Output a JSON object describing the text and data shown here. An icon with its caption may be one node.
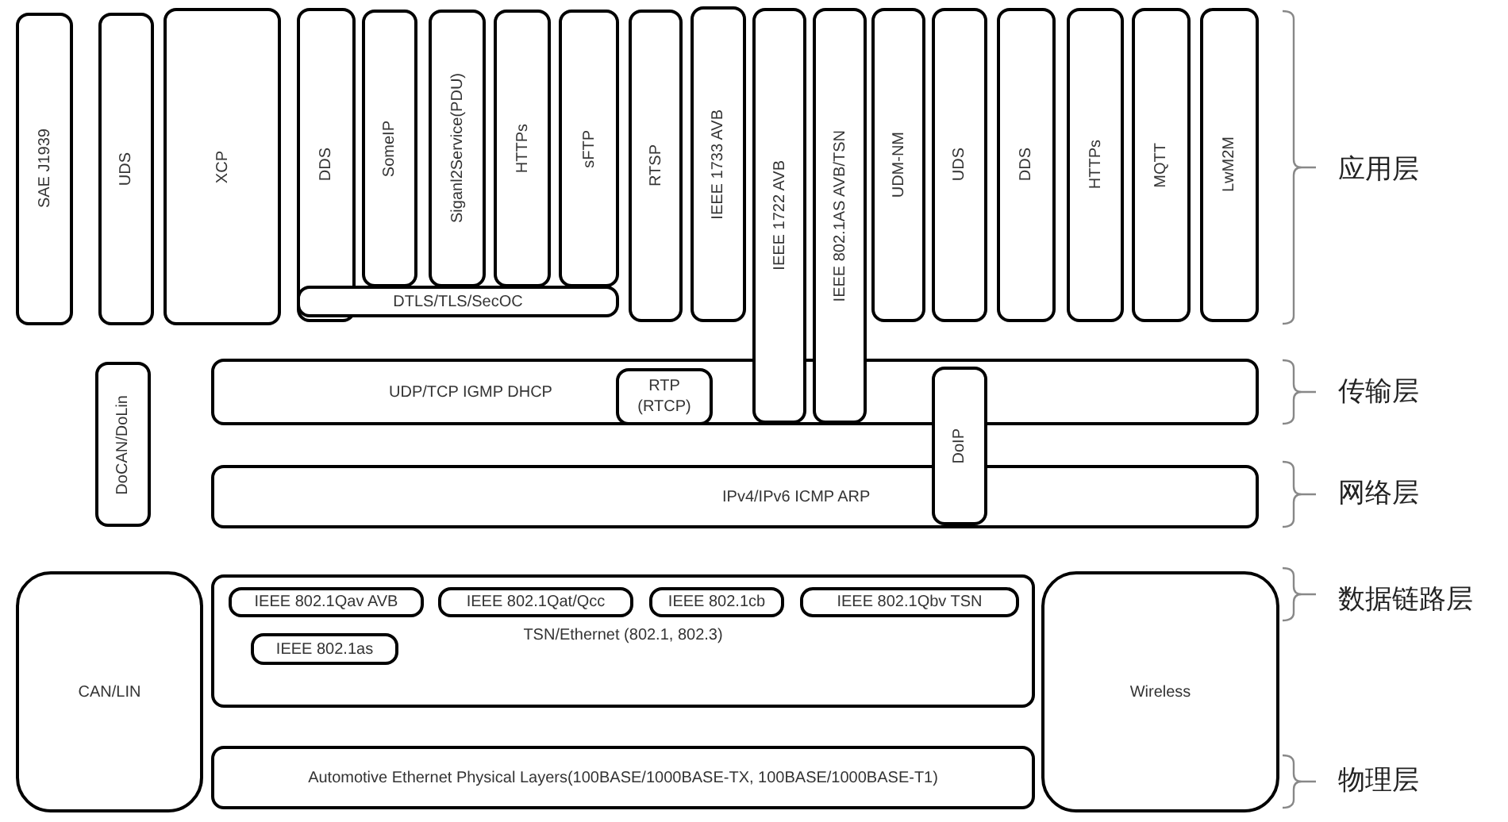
{
  "diagram": {
    "nodes": [
      {
        "text": [
          "SAE J1939"
        ]
      },
      {
        "text": [
          "UDS"
        ]
      },
      {
        "text": [
          "XCP"
        ]
      },
      {
        "text": [
          "DDS"
        ]
      },
      {
        "text": [
          "SomeIP"
        ]
      },
      {
        "text": [
          "Siganl2Service(PDU)"
        ]
      },
      {
        "text": [
          "HTTPs"
        ]
      },
      {
        "text": [
          "sFTP"
        ]
      },
      {
        "text": [
          "RTSP"
        ]
      },
      {
        "text": [
          "IEEE 1733 AVB"
        ]
      },
      {
        "text": [
          "IEEE 1722 AVB"
        ]
      },
      {
        "text": [
          "IEEE 802.1AS AVB/TSN"
        ]
      },
      {
        "text": [
          "UDM-NM"
        ]
      },
      {
        "text": [
          "UDS"
        ]
      },
      {
        "text": [
          "DDS"
        ]
      },
      {
        "text": [
          "HTTPs"
        ]
      },
      {
        "text": [
          "MQTT"
        ]
      },
      {
        "text": [
          "LwM2M"
        ]
      },
      {
        "text": [
          "DTLS/TLS/SecOC"
        ]
      },
      {
        "text": [
          "DoCAN/DoLin"
        ]
      },
      {
        "text": [
          "UDP/TCP IGMP DHCP"
        ]
      },
      {
        "text": [
          "RTP (RTCP)"
        ],
        "in": 20
      },
      {
        "text": [
          "DoIP"
        ]
      },
      {
        "text": [
          "IPv4/IPv6 ICMP ARP"
        ]
      },
      {
        "text": [
          "CAN/LIN"
        ]
      },
      {
        "text": [
          "TSN/Ethernet (802.1, 802.3)"
        ]
      },
      {
        "text": [
          "IEEE 802.1Qav AVB"
        ],
        "in": 25
      },
      {
        "text": [
          "IEEE 802.1Qat/Qcc"
        ],
        "in": 25
      },
      {
        "text": [
          "IEEE 802.1cb"
        ],
        "in": 25
      },
      {
        "text": [
          "IEEE 802.1Qbv TSN"
        ],
        "in": 25
      },
      {
        "text": [
          "IEEE 802.1as"
        ],
        "in": 25
      },
      {
        "text": [
          "Automotive Ethernet Physical Layers(100BASE/1000BASE-TX, 100BASE/1000BASE-T1)"
        ]
      },
      {
        "text": [
          "Wireless"
        ]
      }
    ],
    "edges": [],
    "labels": [
      "应用层",
      "传输层",
      "网络层",
      "数据链路层",
      "物理层"
    ]
  }
}
